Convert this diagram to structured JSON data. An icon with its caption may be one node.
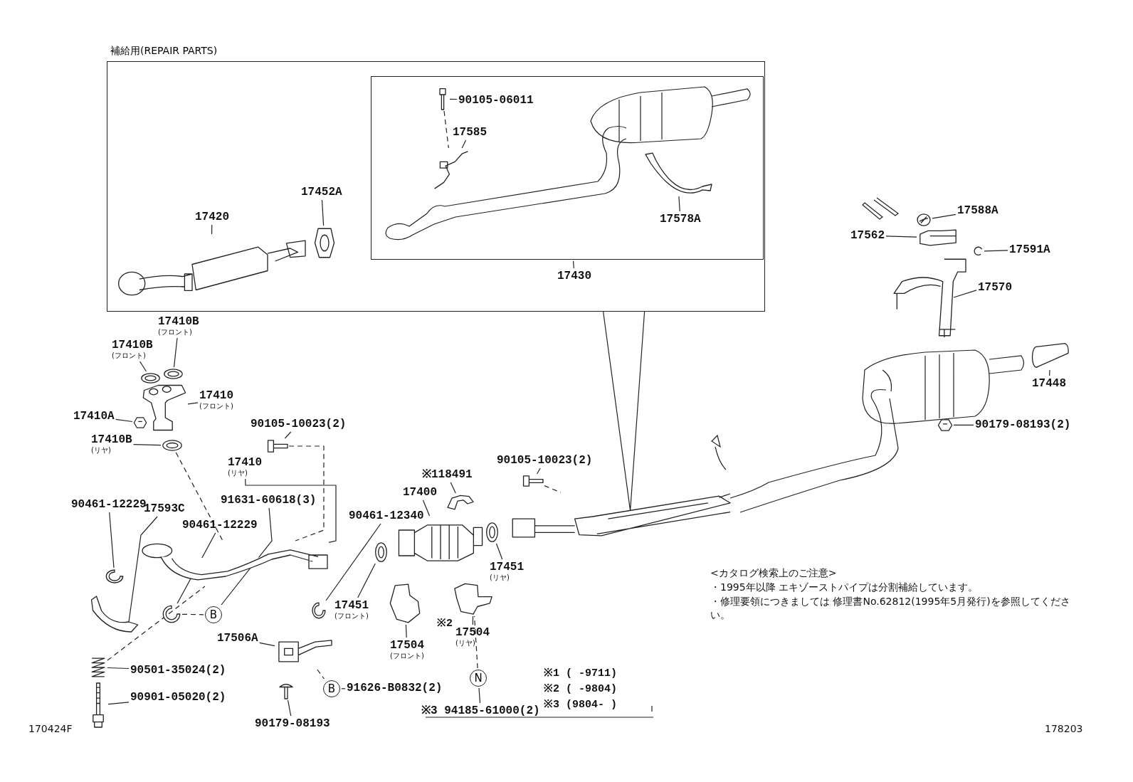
{
  "diagram": {
    "nodes": [
      {
        "text": [
          "補給用(REPAIR PARTS)"
        ]
      },
      {
        "text": [],
        "shape": "box",
        "in": 0
      },
      {
        "text": [
          "90105-06011"
        ],
        "in": 1
      },
      {
        "text": [],
        "shape": "picture",
        "in": 1
      },
      {
        "text": [
          "17585"
        ],
        "in": 1
      },
      {
        "text": [],
        "shape": "picture",
        "in": 1
      },
      {
        "text": [
          "17578A"
        ],
        "in": 1
      },
      {
        "text": [],
        "shape": "picture",
        "in": 1
      },
      {
        "text": [
          "17430"
        ],
        "in": 0
      },
      {
        "text": [
          "17420"
        ],
        "in": 0
      },
      {
        "text": [],
        "shape": "picture",
        "in": 0
      },
      {
        "text": [
          "17452A"
        ],
        "in": 0
      },
      {
        "text": [],
        "shape": "picture",
        "in": 0
      },
      {
        "text": [
          "17410B",
          "(フロント)"
        ]
      },
      {
        "text": [
          "17410B",
          "(フロント)"
        ]
      },
      {
        "text": [],
        "shape": "picture"
      },
      {
        "text": [],
        "shape": "picture"
      },
      {
        "text": [
          "17410",
          "(フロント)"
        ]
      },
      {
        "text": [],
        "shape": "picture"
      },
      {
        "text": [
          "17410A"
        ]
      },
      {
        "text": [],
        "shape": "picture"
      },
      {
        "text": [
          "17410B",
          "(リヤ)"
        ]
      },
      {
        "text": [],
        "shape": "picture"
      },
      {
        "text": [
          "90105-10023(2)"
        ]
      },
      {
        "text": [],
        "shape": "picture"
      },
      {
        "text": [
          "17410",
          "(リヤ)"
        ]
      },
      {
        "text": [],
        "shape": "picture"
      },
      {
        "text": [
          "90461-12229"
        ]
      },
      {
        "text": [],
        "shape": "picture"
      },
      {
        "text": [
          "17593C"
        ]
      },
      {
        "text": [],
        "shape": "picture"
      },
      {
        "text": [
          "91631-60618(3)"
        ]
      },
      {
        "text": [
          "90461-12229"
        ]
      },
      {
        "text": [],
        "shape": "picture"
      },
      {
        "text": [
          "B"
        ]
      },
      {
        "text": [
          "90461-12340"
        ]
      },
      {
        "text": [],
        "shape": "picture"
      },
      {
        "text": [
          "17451",
          "(フロント)"
        ]
      },
      {
        "text": [],
        "shape": "picture"
      },
      {
        "text": [
          "17400"
        ]
      },
      {
        "text": [],
        "shape": "picture"
      },
      {
        "text": [
          "※118491"
        ]
      },
      {
        "text": [],
        "shape": "picture"
      },
      {
        "text": [
          "17504",
          "(フロント)"
        ]
      },
      {
        "text": [],
        "shape": "picture"
      },
      {
        "text": [
          "17504",
          "(リヤ)"
        ]
      },
      {
        "text": [],
        "shape": "picture"
      },
      {
        "text": [
          "17451",
          "(リヤ)"
        ]
      },
      {
        "text": [],
        "shape": "picture"
      },
      {
        "text": [
          "90105-10023(2)"
        ]
      },
      {
        "text": [],
        "shape": "picture"
      },
      {
        "text": [],
        "shape": "picture"
      },
      {
        "text": [
          "17588A"
        ]
      },
      {
        "text": [],
        "shape": "picture"
      },
      {
        "text": [
          "17562"
        ]
      },
      {
        "text": [],
        "shape": "picture"
      },
      {
        "text": [
          "17591A"
        ]
      },
      {
        "text": [],
        "shape": "picture"
      },
      {
        "text": [
          "17570"
        ]
      },
      {
        "text": [],
        "shape": "picture"
      },
      {
        "text": [
          "17448"
        ]
      },
      {
        "text": [],
        "shape": "picture"
      },
      {
        "text": [
          "90179-08193(2)"
        ]
      },
      {
        "text": [],
        "shape": "picture"
      },
      {
        "text": [
          "90501-35024(2)"
        ]
      },
      {
        "text": [],
        "shape": "picture"
      },
      {
        "text": [
          "90901-05020(2)"
        ]
      },
      {
        "text": [],
        "shape": "picture"
      },
      {
        "text": [
          "17506A"
        ]
      },
      {
        "text": [],
        "shape": "picture"
      },
      {
        "text": [
          "B"
        ]
      },
      {
        "text": [
          "91626-B0832(2)"
        ]
      },
      {
        "text": [],
        "shape": "picture"
      },
      {
        "text": [
          "90179-08193"
        ]
      },
      {
        "text": [
          "N"
        ]
      },
      {
        "text": [
          "※3 94185-61000(2)"
        ]
      }
    ],
    "edges": [
      {
        "from": 2,
        "to": 3,
        "arrow": "none"
      },
      {
        "from": 4,
        "to": 5,
        "arrow": "none"
      },
      {
        "from": 3,
        "to": 5,
        "arrow": "none",
        "style": "dashed"
      },
      {
        "from": 6,
        "to": 7,
        "arrow": "none"
      },
      {
        "from": 8,
        "to": 1,
        "arrow": "none"
      },
      {
        "from": 9,
        "to": 10,
        "arrow": "none"
      },
      {
        "from": 11,
        "to": 12,
        "arrow": "none"
      },
      {
        "from": 13,
        "to": 15,
        "arrow": "none"
      },
      {
        "from": 14,
        "to": 16,
        "arrow": "none"
      },
      {
        "from": 17,
        "to": 18,
        "arrow": "none"
      },
      {
        "from": 19,
        "to": 20,
        "arrow": "none"
      },
      {
        "from": 21,
        "to": 22,
        "arrow": "none"
      },
      {
        "from": 22,
        "to": 26,
        "arrow": "none",
        "style": "dashed"
      },
      {
        "from": 23,
        "to": 24,
        "arrow": "none"
      },
      {
        "from": 24,
        "to": 26,
        "arrow": "none",
        "style": "dashed"
      },
      {
        "from": 25,
        "to": 26,
        "arrow": "none"
      },
      {
        "from": 27,
        "to": 28,
        "arrow": "none"
      },
      {
        "from": 29,
        "to": 30,
        "arrow": "none"
      },
      {
        "from": 31,
        "to": 34,
        "arrow": "none"
      },
      {
        "from": 32,
        "to": 33,
        "arrow": "none"
      },
      {
        "from": 33,
        "to": 34,
        "arrow": "none",
        "style": "dashed"
      },
      {
        "from": 35,
        "to": 36,
        "arrow": "none"
      },
      {
        "from": 37,
        "to": 38,
        "arrow": "none"
      },
      {
        "from": 39,
        "to": 40,
        "arrow": "none"
      },
      {
        "from": 41,
        "to": 42,
        "arrow": "none"
      },
      {
        "from": 43,
        "to": 44,
        "arrow": "none"
      },
      {
        "from": 45,
        "to": 46,
        "arrow": "none"
      },
      {
        "from": 47,
        "to": 48,
        "arrow": "none"
      },
      {
        "from": 49,
        "to": 50,
        "arrow": "none"
      },
      {
        "from": 50,
        "to": 51,
        "arrow": "none",
        "style": "dashed"
      },
      {
        "from": 0,
        "to": 51,
        "arrow": "none"
      },
      {
        "from": 52,
        "to": 53,
        "arrow": "none"
      },
      {
        "from": 54,
        "to": 55,
        "arrow": "none"
      },
      {
        "from": 56,
        "to": 57,
        "arrow": "none"
      },
      {
        "from": 58,
        "to": 59,
        "arrow": "none"
      },
      {
        "from": 60,
        "to": 61,
        "arrow": "none"
      },
      {
        "from": 62,
        "to": 63,
        "arrow": "none"
      },
      {
        "from": 64,
        "to": 65,
        "arrow": "none"
      },
      {
        "from": 66,
        "to": 67,
        "arrow": "none"
      },
      {
        "from": 65,
        "to": 26,
        "arrow": "none",
        "style": "dashed"
      },
      {
        "from": 68,
        "to": 69,
        "arrow": "none"
      },
      {
        "from": 69,
        "to": 70,
        "arrow": "none",
        "style": "dashed"
      },
      {
        "from": 70,
        "to": 71,
        "arrow": "none"
      },
      {
        "from": 73,
        "to": 72,
        "arrow": "none"
      },
      {
        "from": 74,
        "to": 46,
        "arrow": "none",
        "style": "dashed"
      },
      {
        "from": 75,
        "to": 74,
        "arrow": "none"
      }
    ],
    "labels": [
      "<カタログ検索上のご注意>",
      "・1995年以降 エキゾーストパイプは分割補給しています。",
      "・修理要領につきましては 修理書No.62812(1995年5月発行)を参照してください。",
      "※2",
      "※1 ( -9711)",
      "※2 ( -9804)",
      "※3 (9804- )",
      "170424F",
      "178203"
    ]
  }
}
